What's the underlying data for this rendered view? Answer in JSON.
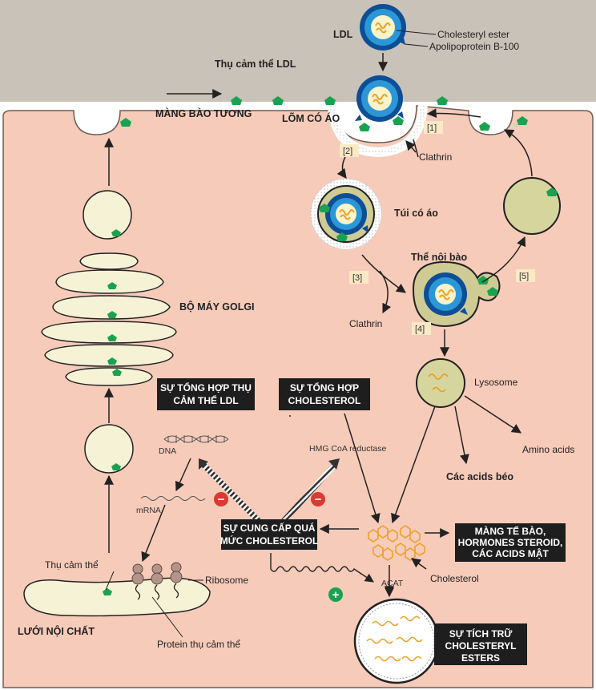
{
  "colors": {
    "cell": "#f7cbb9",
    "membrane": "#c9c2b8",
    "vesicle": "#f6f2d6",
    "receptor": "#1aa251",
    "ldl_outer": "#0d4e96",
    "ldl_mid": "#2c97d6",
    "ldl_core": "#fbf3c9",
    "chain": "#e8a22a",
    "lysosome": "#d7d59e",
    "endosome": "#cfcb95",
    "dark_box": "#1e1e1e",
    "inhibit": "#d93a31",
    "activate": "#1aa251"
  },
  "labels": {
    "ldl": "LDL",
    "cholesteryl_ester": "Cholesteryl ester",
    "apolipoprotein": "Apolipoprotein B-100",
    "ldl_receptor": "Thụ cảm thể LDL",
    "plasma_membrane": "MÀNG BÀO TƯƠNG",
    "coated_pit": "LÕM CÓ ÁO",
    "clathrin_top": "Clathrin",
    "coated_vesicle": "Túi có áo",
    "endosome": "Thể nội bào",
    "clathrin_bottom": "Clathrin",
    "lysosome": "Lysosome",
    "amino_acids": "Amino acids",
    "fatty_acids": "Các acids béo",
    "golgi": "BỘ MÁY GOLGI",
    "dna": "DNA",
    "mrna": "mRNA",
    "hmg": "HMG CoA reductase",
    "acat": "ACAT",
    "cholesterol": "Cholesterol",
    "receptor_small": "Thụ cảm thể",
    "ribosome": "Ribosome",
    "er": "LƯỚI NỘI CHẤT",
    "receptor_protein": "Protein thụ cảm thể"
  },
  "steps": [
    "[1]",
    "[2]",
    "[3]",
    "[4]",
    "[5]"
  ],
  "boxes": {
    "receptor_synthesis": [
      "SỰ TỔNG HỢP THỤ",
      "CẢM THỂ LDL"
    ],
    "cholesterol_synthesis": [
      "SỰ TỔNG HỢP",
      "CHOLESTEROL"
    ],
    "excess_cholesterol": [
      "SỰ CUNG CẤP QUÁ",
      "MỨC CHOLESTEROL"
    ],
    "membranes": [
      "MÀNG TẾ BÀO,",
      "HORMONES STEROID,",
      "CÁC ACIDS MẬT"
    ],
    "storage": [
      "SỰ TÍCH TRỮ",
      "CHOLESTERYL",
      "ESTERS"
    ]
  },
  "signs": {
    "inhibit": "−",
    "activate": "+"
  }
}
